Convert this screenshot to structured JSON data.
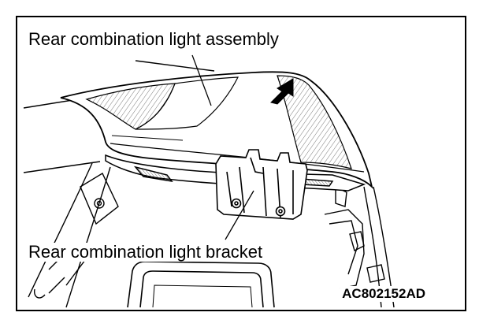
{
  "labels": {
    "assembly": "Rear combination light assembly",
    "bracket": "Rear combination light bracket"
  },
  "figure_code": "AC802152AD",
  "colors": {
    "line": "#000000",
    "background": "#ffffff",
    "hatch": "#7a7a7a"
  },
  "icons": [
    "direction-arrow-icon"
  ]
}
